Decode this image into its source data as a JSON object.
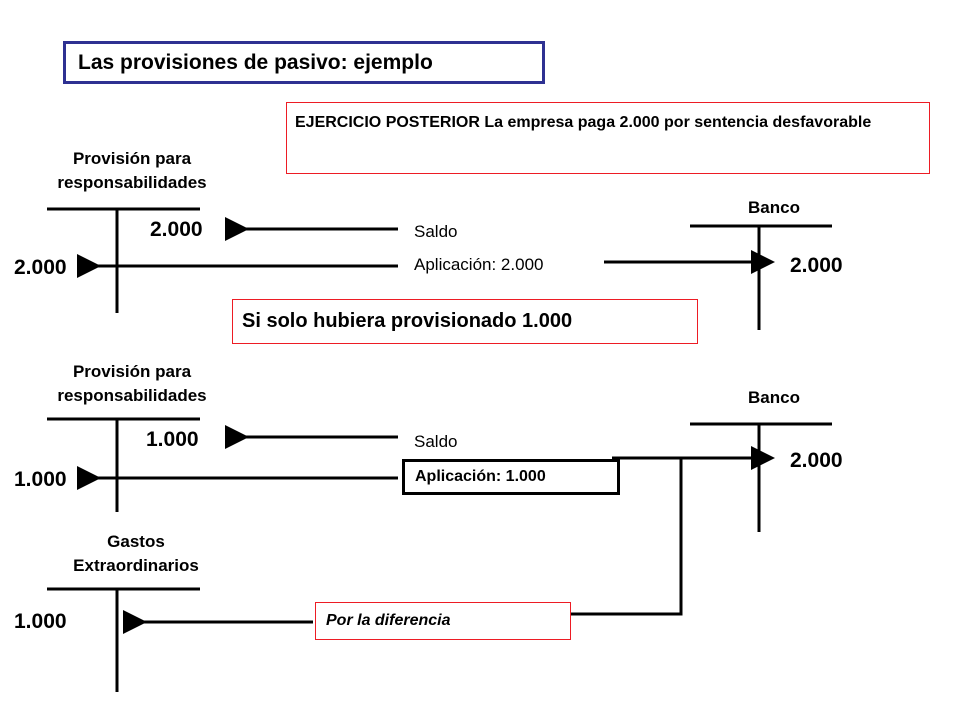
{
  "title": "Las provisiones de pasivo: ejemplo",
  "ejercicio_text": "EJERCICIO POSTERIOR La empresa  paga  2.000  por sentencia desfavorable",
  "condicion_text": "Si solo hubiera provisionado 1.000",
  "scenario1": {
    "provision_title_1": "Provisión para",
    "provision_title_2": "responsabilidades",
    "provision_haber": "2.000",
    "provision_debe": "2.000",
    "saldo_label": "Saldo",
    "aplicacion_label": "Aplicación: 2.000",
    "banco_title": "Banco",
    "banco_haber": "2.000"
  },
  "scenario2": {
    "provision_title_1": "Provisión para",
    "provision_title_2": "responsabilidades",
    "provision_haber": "1.000",
    "provision_debe": "1.000",
    "saldo_label": "Saldo",
    "aplicacion_label": "Aplicación: 1.000",
    "banco_title": "Banco",
    "banco_haber": "2.000",
    "gastos_title_1": "Gastos",
    "gastos_title_2": "Extraordinarios",
    "gastos_debe": "1.000",
    "diferencia_label": "Por la diferencia"
  },
  "colors": {
    "title_border": "#2e3192",
    "note_border": "#ed1c24",
    "line": "#000000"
  }
}
